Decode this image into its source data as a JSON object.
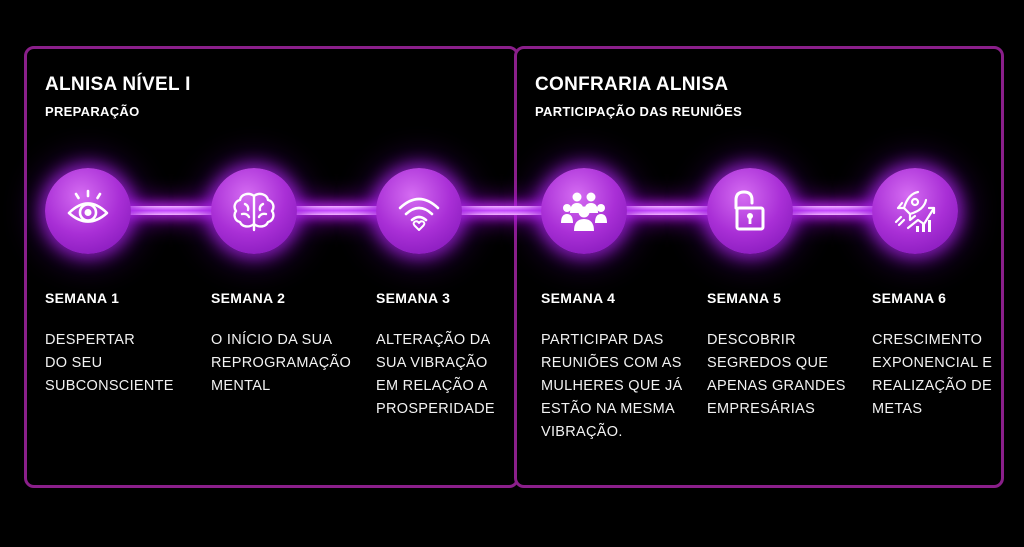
{
  "panels": {
    "left": {
      "title": "ALNISA NÍVEL I",
      "subtitle": "PREPARAÇÃO"
    },
    "right": {
      "title": "CONFRARIA ALNISA",
      "subtitle": "PARTICIPAÇÃO DAS REUNIÕES"
    }
  },
  "colors": {
    "border": "#8a1f8a",
    "circle": "#a92fd6",
    "glow": "#c646ff",
    "background": "#000000"
  },
  "weeks": [
    {
      "icon": "eye-icon",
      "label": "SEMANA 1",
      "description": "DESPERTAR\nDO SEU\nSUBCONSCIENTE"
    },
    {
      "icon": "brain-icon",
      "label": "SEMANA 2",
      "description": "O INÍCIO DA SUA\nREPROGRAMAÇÃO\nMENTAL"
    },
    {
      "icon": "wifi-heart-icon",
      "label": "SEMANA 3",
      "description": "ALTERAÇÃO DA\nSUA VIBRAÇÃO\nEM RELAÇÃO A\nPROSPERIDADE"
    },
    {
      "icon": "group-icon",
      "label": "SEMANA 4",
      "description": "PARTICIPAR DAS\nREUNIÕES COM AS\nMULHERES QUE JÁ\nESTÃO NA MESMA\nVIBRAÇÃO."
    },
    {
      "icon": "unlocked-padlock-icon",
      "label": "SEMANA 5",
      "description": "DESCOBRIR\nSEGREDOS QUE\nAPENAS GRANDES\nEMPRESÁRIAS"
    },
    {
      "icon": "rocket-growth-icon",
      "label": "SEMANA 6",
      "description": "CRESCIMENTO\nEXPONENCIAL E\nREALIZAÇÃO DE\nMETAS"
    }
  ]
}
